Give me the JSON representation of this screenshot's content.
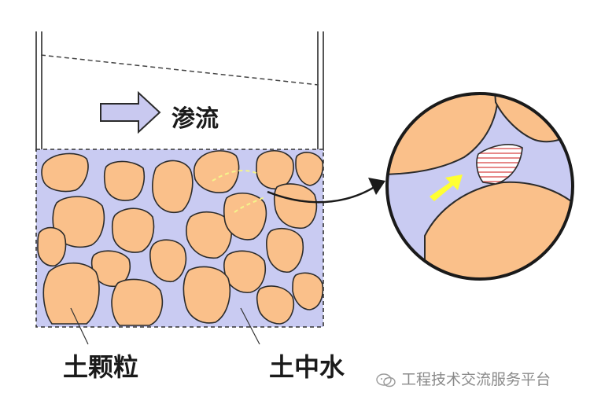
{
  "labels": {
    "seepage": "渗流",
    "soil_particle": "土颗粒",
    "soil_water": "土中水"
  },
  "watermark": {
    "text": "工程技术交流服务平台",
    "icon": "wechat-icon"
  },
  "colors": {
    "water": "#c9cbf2",
    "particle": "#fac08a",
    "outline": "#2b2b2b",
    "arrow_fill": "#c9c9f0",
    "flow_arrow": "#ffff33",
    "hatch": "#e06b6b"
  }
}
